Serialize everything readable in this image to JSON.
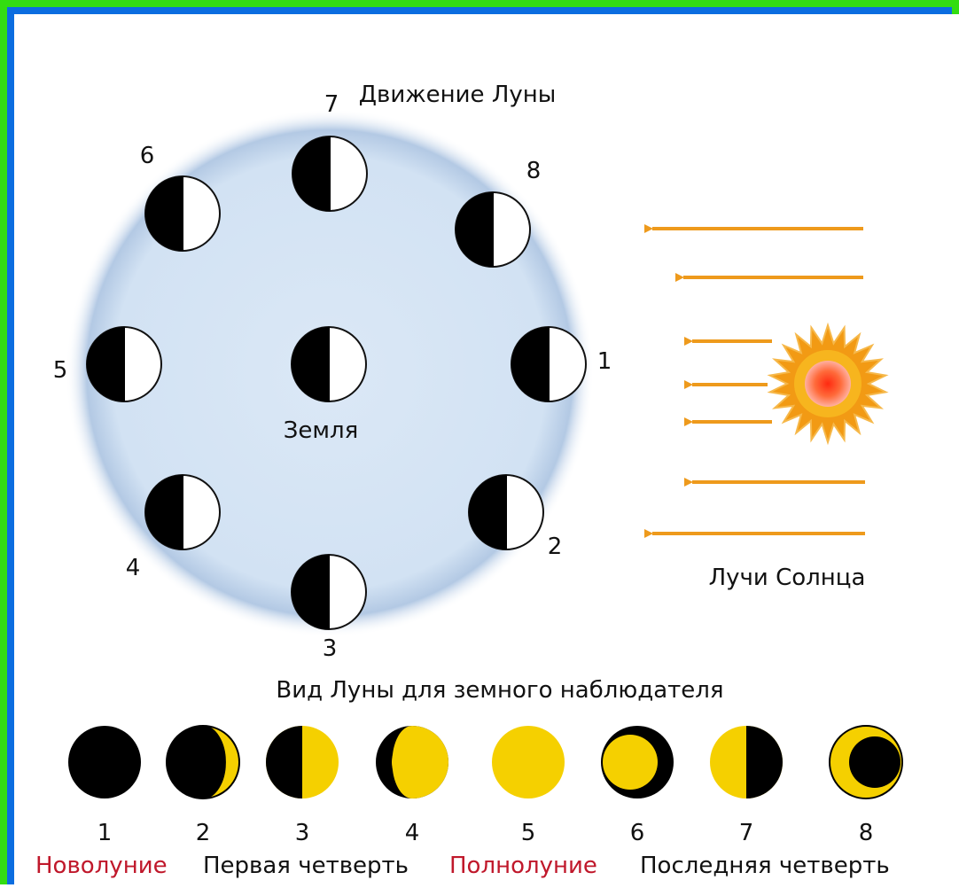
{
  "top_title": "Движение Луны",
  "earth_label": "Земля",
  "sun_rays_label": "Лучи Солнца",
  "orbit_positions": [
    "1",
    "2",
    "3",
    "4",
    "5",
    "6",
    "7",
    "8"
  ],
  "bottom_title": "Вид Луны для земного наблюдателя",
  "phase_numbers": [
    "1",
    "2",
    "3",
    "4",
    "5",
    "6",
    "7",
    "8"
  ],
  "phase_names": {
    "new_moon": "Новолуние",
    "first_quarter": "Первая четверть",
    "full_moon": "Полнолуние",
    "last_quarter": "Последняя четверть"
  },
  "colors": {
    "frame_blue": "#0b6de0",
    "frame_green": "#33dd11",
    "moon_yellow": "#f5d000",
    "ray_orange": "#ee9a1c",
    "sun_core": "#ff3a1a",
    "label_red": "#c0182b"
  }
}
